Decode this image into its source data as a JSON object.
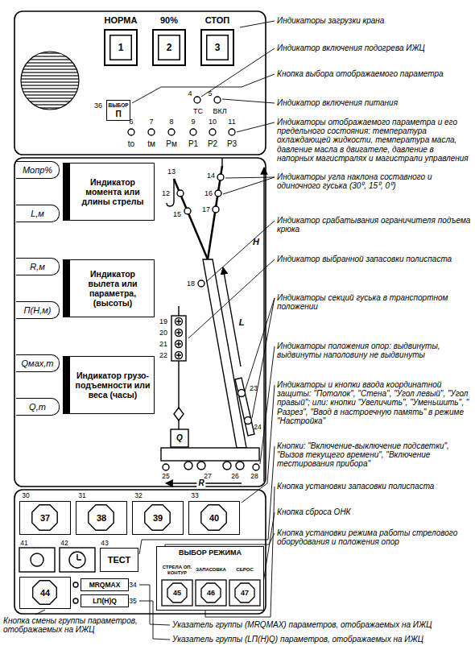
{
  "diagram": {
    "nodes": [
      {
        "text": [
          "НОРМА",
          "1"
        ]
      },
      {
        "text": [
          "90%",
          "2"
        ]
      },
      {
        "text": [
          "СТОП",
          "3"
        ]
      },
      {
        "text": [
          "ВЫБОР",
          "П"
        ]
      },
      {
        "text": [
          "Mопр%",
          "Индикатор момента или длины стрелы",
          "L,м"
        ]
      },
      {
        "text": [
          "R,м",
          "Индикатор вылета или параметра, (высоты)",
          "П(Н,м)"
        ]
      },
      {
        "text": [
          "Qмах,т",
          "Индикатор грузо-подъемности или веса (часы)",
          "Q,т"
        ]
      },
      {
        "text": [
          "37"
        ]
      },
      {
        "text": [
          "38"
        ]
      },
      {
        "text": [
          "39"
        ]
      },
      {
        "text": [
          "40"
        ]
      },
      {
        "text": [
          "ТЕСТ"
        ]
      },
      {
        "text": [
          "44"
        ]
      },
      {
        "text": [
          "MRQMAX"
        ]
      },
      {
        "text": [
          "LП(H)Q"
        ]
      },
      {
        "text": [
          "ВЫБОР РЕЖИМА"
        ]
      },
      {
        "text": [
          "СТРЕЛА ОП. КОНТУР",
          "45"
        ],
        "in": 15
      },
      {
        "text": [
          "ЗАПАСОВКА",
          "46"
        ],
        "in": 15
      },
      {
        "text": [
          "СБРОС",
          "47"
        ],
        "in": 15
      }
    ],
    "labels": [
      "36",
      "4",
      "5",
      "ТС",
      "ВКЛ",
      "6",
      "7",
      "8",
      "9",
      "10",
      "11",
      "tо",
      "tм",
      "Pм",
      "P1",
      "P2",
      "P3",
      "12",
      "13",
      "14",
      "15",
      "16",
      "17",
      "18",
      "19",
      "20",
      "21",
      "22",
      "23",
      "24",
      "25",
      "26",
      "27",
      "28",
      "L",
      "H",
      "Q",
      "R",
      "30",
      "31",
      "32",
      "33",
      "41",
      "42",
      "43",
      "34",
      "35",
      "Индикаторы загрузки крана",
      "Индикатор включения подогрева ИЖЦ",
      "Кнопка выбора отображаемого параметра",
      "Индикатор включения питания",
      "Индикаторы отображаемого параметра и его предельного состояния: температура охлаждающей жидкости, температура масла, давление масла в двигателе, давление в напорных магистралях и магистрали управления",
      "Индикаторы угла наклона составного и одиночного гуська (30⁰, 15⁰, 0⁰)",
      "Индикатор срабатывания ограничителя подъема крюка",
      "Индикатор выбранной запасовки полиспаста",
      "Индикаторы секций гуська в транспортном положении",
      "Индикаторы положения опор: выдвинуты, выдвинуты наполовину не выдвинуты",
      "Индикаторы и кнопки ввода координатной защиты: \"Потолок\", \"Стена\", \"Угол левый\", \"Угол правый\"; или: кнопки \"Увеличить\", \"Уменьшить\", \" Разрез\", \"Ввод в настроечную память\" в режиме \"Настройка\"",
      "Кнопки: \"Включение-выключение подсветки\", \"Вызов текущего времени\", \"Включение тестирования прибора\"",
      "Кнопка установки запасовки полиспаста",
      "Кнопка сброса ОНК",
      "Кнопка установки режима работы стрелового оборудования и положения опор",
      "Кнопка смены группы параметров, отображаемых на ИЖЦ",
      "Указатель группы (MRQMAX) параметров, отображаемых на ИЖЦ",
      "Указатель группы (LП(H)Q) параметров, отображаемых на ИЖЦ"
    ]
  }
}
